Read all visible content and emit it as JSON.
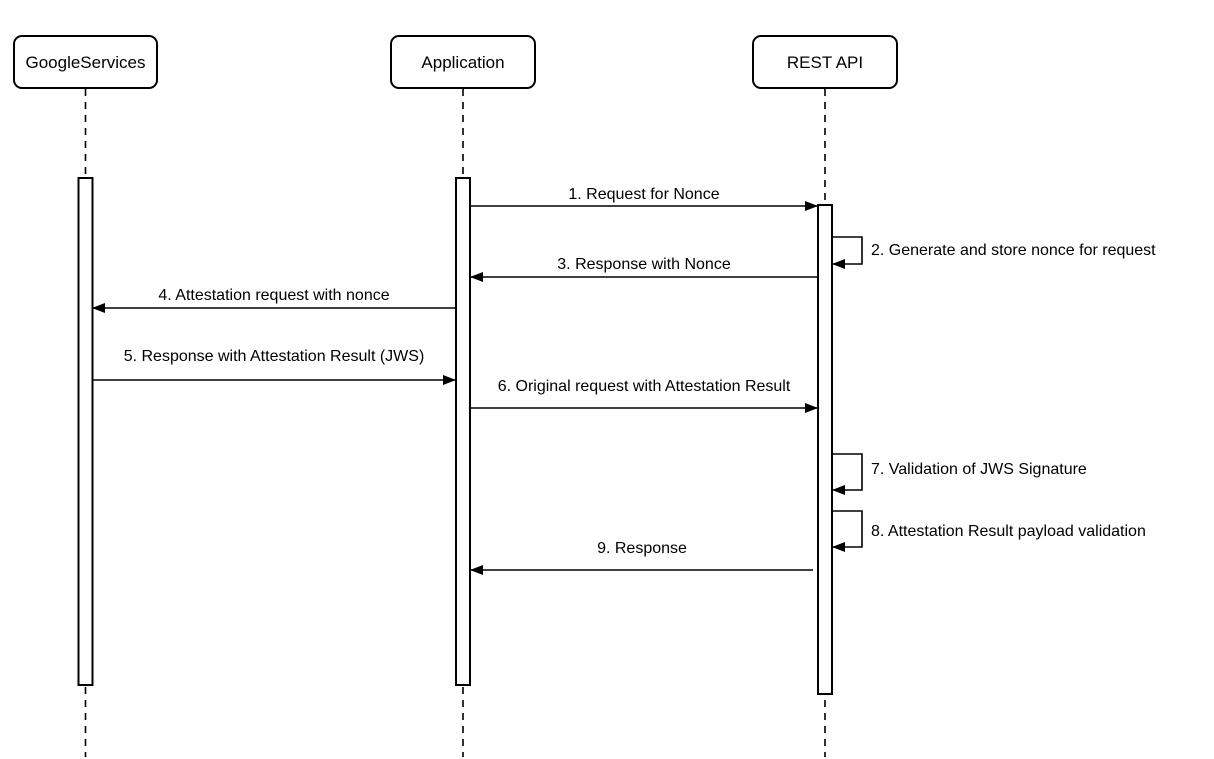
{
  "diagram": {
    "type": "sequence-diagram",
    "colors": {
      "line": "#000000",
      "fill": "#ffffff",
      "text": "#000000",
      "background": "#ffffff"
    },
    "actors": [
      {
        "label": "GoogleServices"
      },
      {
        "label": "Application"
      },
      {
        "label": "REST API"
      }
    ],
    "messages": [
      {
        "label": "1. Request for Nonce",
        "from": "Application",
        "to": "REST API",
        "kind": "arrow"
      },
      {
        "label": "2. Generate and store nonce for request",
        "from": "REST API",
        "to": "REST API",
        "kind": "self-loop"
      },
      {
        "label": "3. Response with Nonce",
        "from": "REST API",
        "to": "Application",
        "kind": "arrow"
      },
      {
        "label": "4. Attestation request with nonce",
        "from": "Application",
        "to": "GoogleServices",
        "kind": "arrow"
      },
      {
        "label": "5. Response with Attestation Result (JWS)",
        "from": "GoogleServices",
        "to": "Application",
        "kind": "arrow"
      },
      {
        "label": "6. Original request with Attestation Result",
        "from": "Application",
        "to": "REST API",
        "kind": "arrow"
      },
      {
        "label": "7. Validation of JWS Signature",
        "from": "REST API",
        "to": "REST API",
        "kind": "self-loop"
      },
      {
        "label": "8. Attestation Result payload validation",
        "from": "REST API",
        "to": "REST API",
        "kind": "self-loop"
      },
      {
        "label": "9. Response",
        "from": "REST API",
        "to": "Application",
        "kind": "arrow"
      }
    ]
  }
}
